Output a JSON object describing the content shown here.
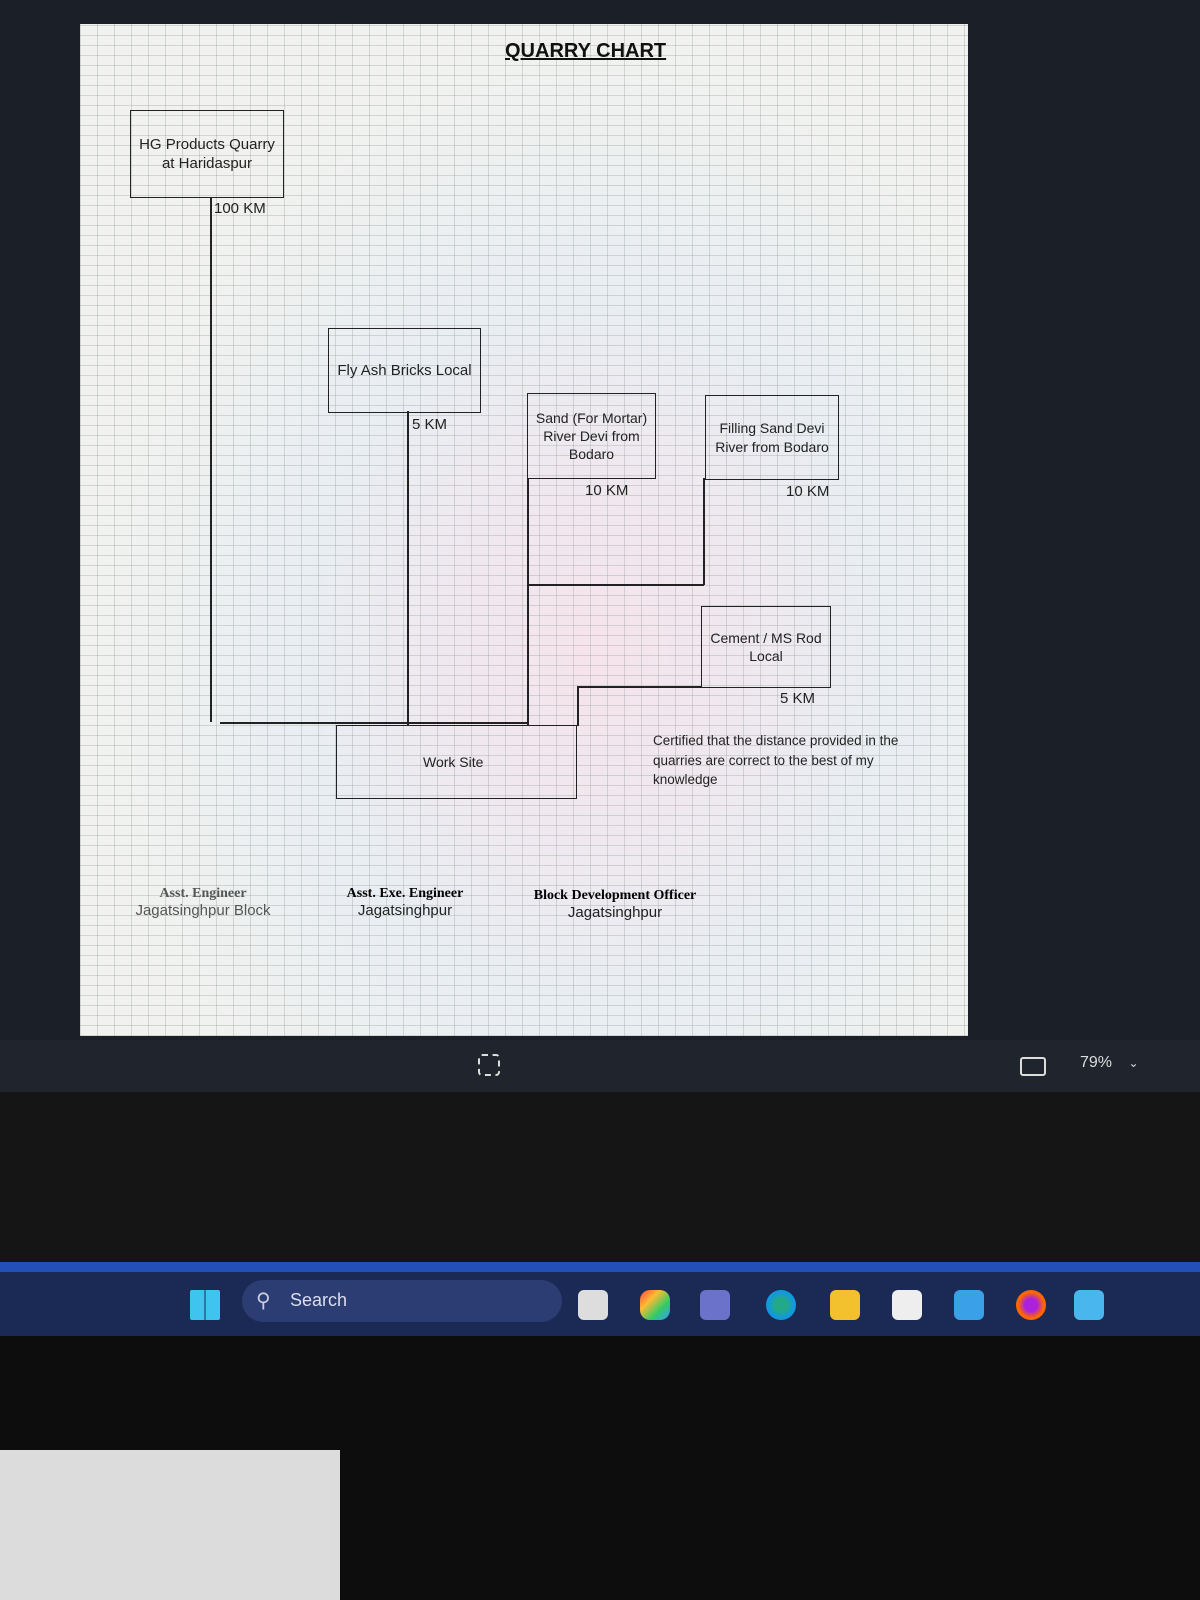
{
  "chart": {
    "title": "QUARRY CHART",
    "nodes": {
      "hg": "HG Products Quarry at Haridaspur",
      "fly_ash": "Fly Ash Bricks Local",
      "sand": "Sand (For Mortar) River Devi from Bodaro",
      "filling_sand": "Filling Sand Devi River from Bodaro",
      "cement": "Cement / MS Rod Local",
      "work_site": "Work Site"
    },
    "distances": {
      "hg": "100 KM",
      "fly_ash": "5 KM",
      "sand": "10 KM",
      "filling_sand": "10 KM",
      "cement": "5 KM"
    },
    "certification": "Certified that the distance provided in the quarries are correct to the best of my knowledge",
    "signatories": [
      {
        "title": "Asst. Engineer",
        "place": "Jagatsinghpur Block"
      },
      {
        "title": "Asst. Exe. Engineer",
        "place": "Jagatsinghpur"
      },
      {
        "title": "Block Development Officer",
        "place": "Jagatsinghpur"
      }
    ]
  },
  "viewer": {
    "zoom": "79%"
  },
  "taskbar": {
    "search_label": "Search"
  }
}
